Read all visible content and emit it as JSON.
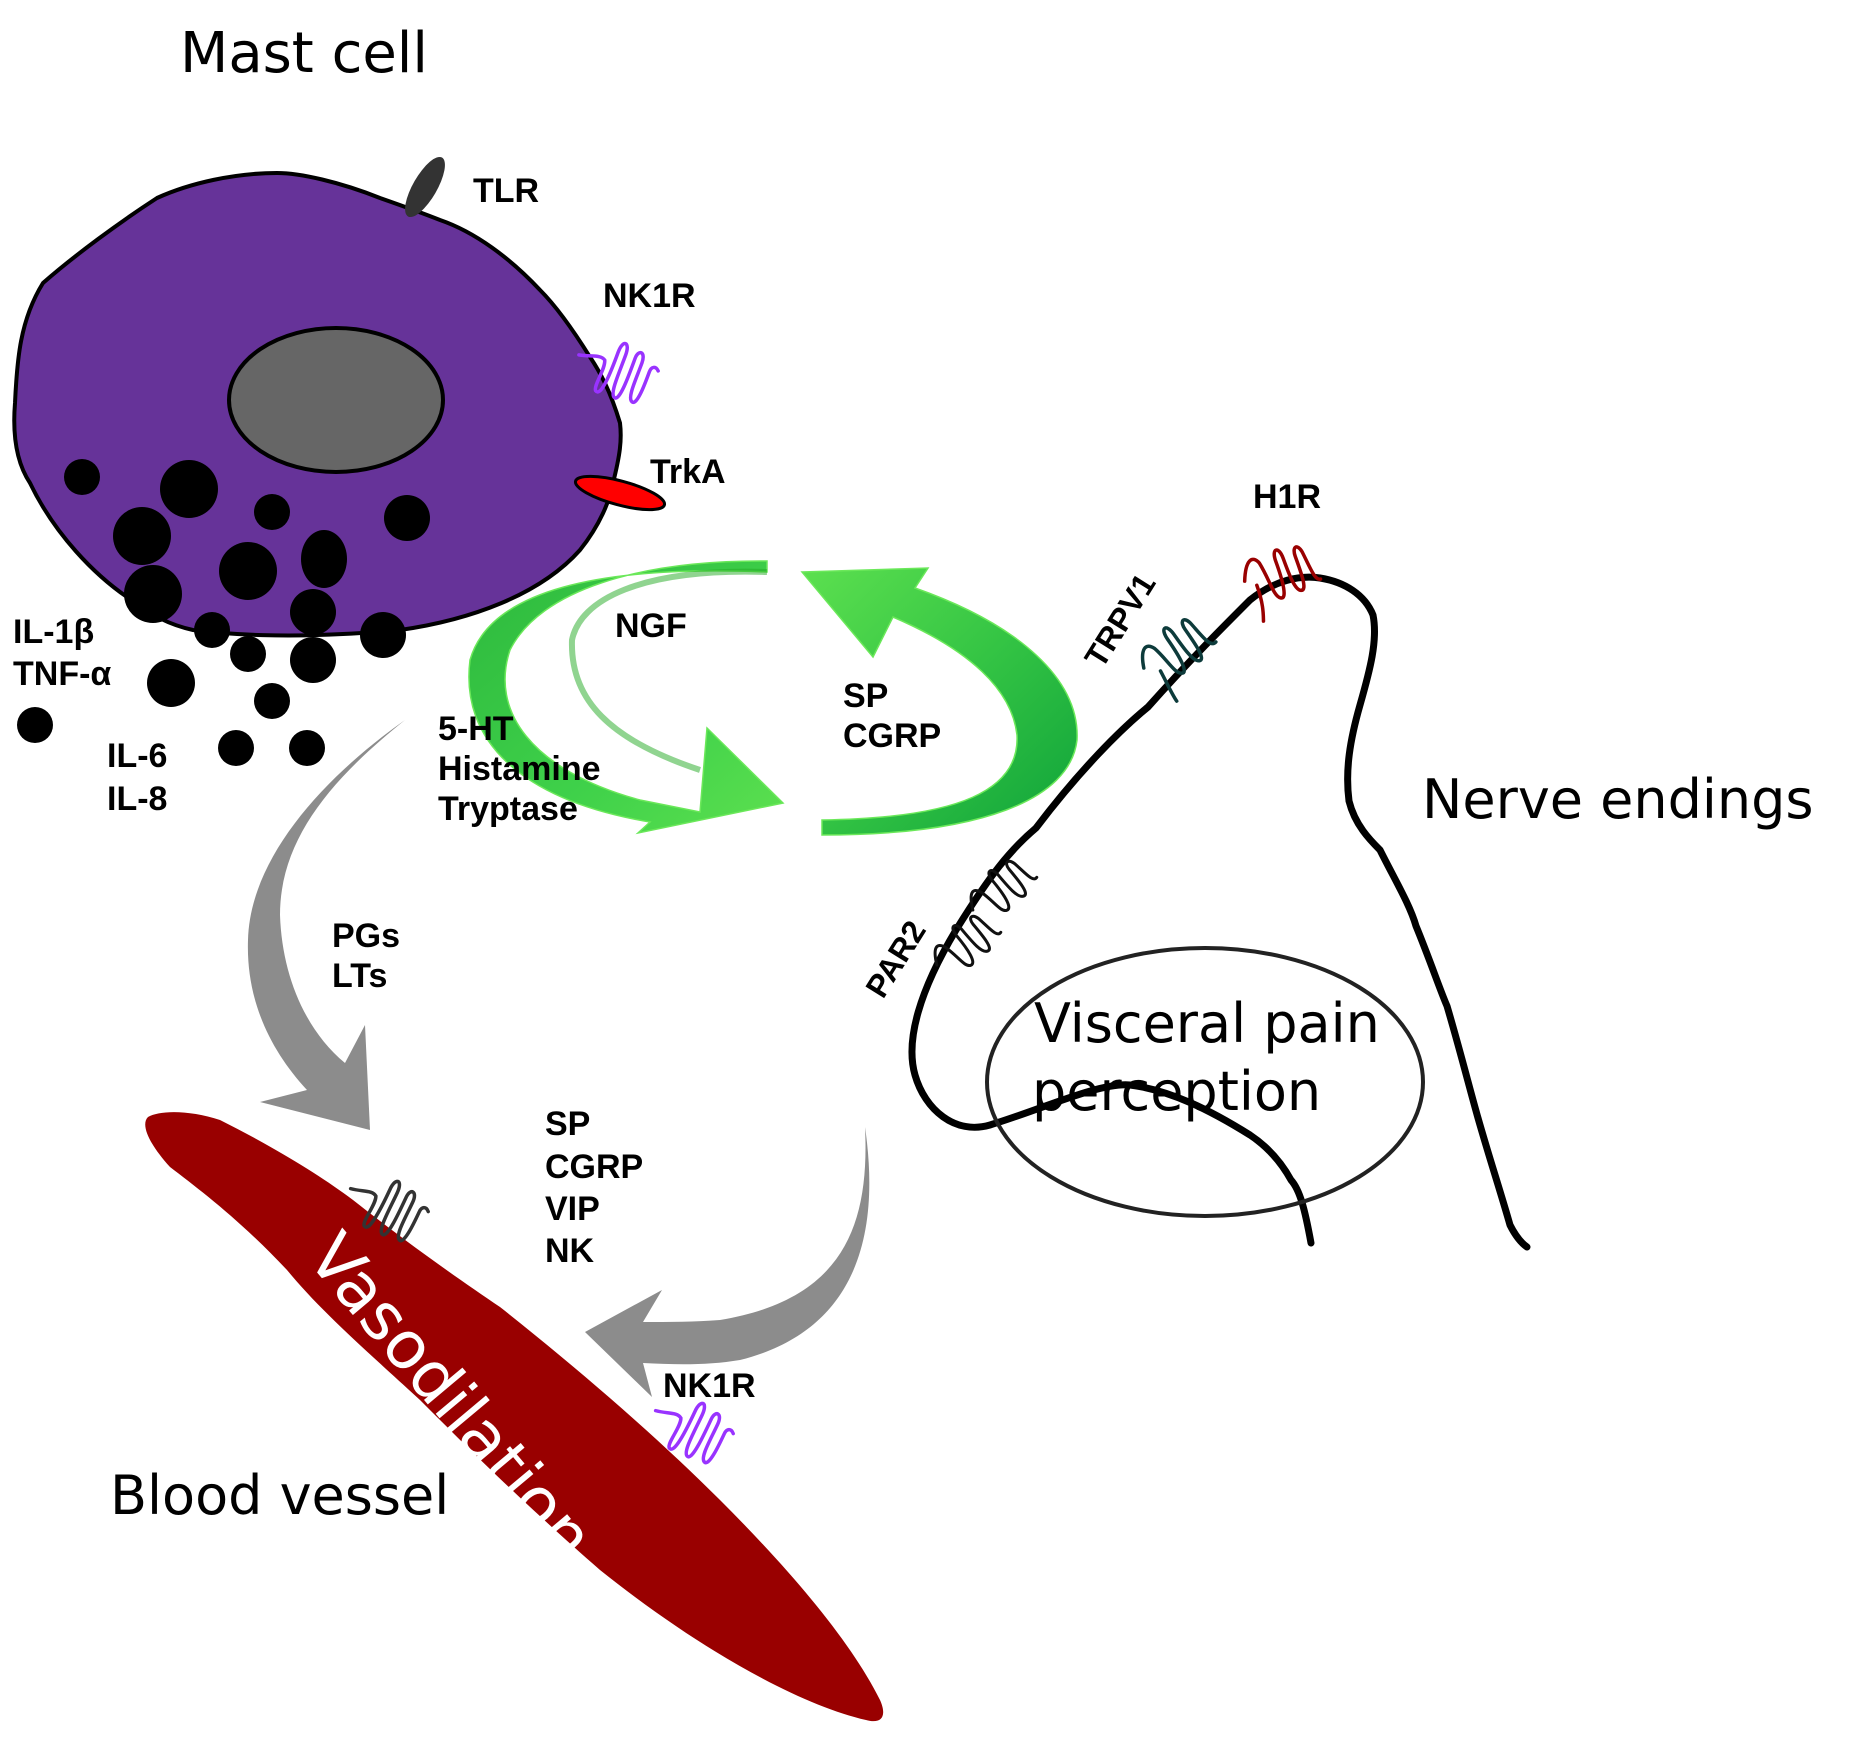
{
  "title_labels": {
    "mast_cell": "Mast cell",
    "nerve_endings": "Nerve endings",
    "blood_vessel": "Blood vessel",
    "vasodilation": "Vasodilation",
    "visceral_pain_line1": "Visceral pain",
    "visceral_pain_line2": "perception"
  },
  "receptors": {
    "tlr": "TLR",
    "nk1r_mast": "NK1R",
    "trka": "TrkA",
    "h1r": "H1R",
    "trpv1": "TRPV1",
    "par2": "PAR2",
    "nk1r_vessel": "NK1R"
  },
  "mediators": {
    "cytokines_1": [
      "IL-1β",
      "TNF-α"
    ],
    "cytokines_2": [
      "IL-6",
      "IL-8"
    ],
    "mast_to_nerve": [
      "5-HT",
      "Histamine",
      "Tryptase"
    ],
    "ngf": "NGF",
    "nerve_to_mast": [
      "SP",
      "CGRP"
    ],
    "lipids": [
      "PGs",
      "LTs"
    ],
    "neuropeptides": [
      "SP",
      "CGRP",
      "VIP",
      "NK"
    ]
  },
  "colors": {
    "mast_cell": "#663399",
    "nucleus": "#666666",
    "granule": "#000000",
    "tlr": "#333333",
    "nk1r": "#9933ff",
    "trka": "#ff0000",
    "h1r": "#990000",
    "trpv1": "#0d3b3b",
    "par2": "#111111",
    "vessel": "#990000",
    "green_arrow": "#33cc33",
    "gray_arrow": "#8c8c8c"
  }
}
